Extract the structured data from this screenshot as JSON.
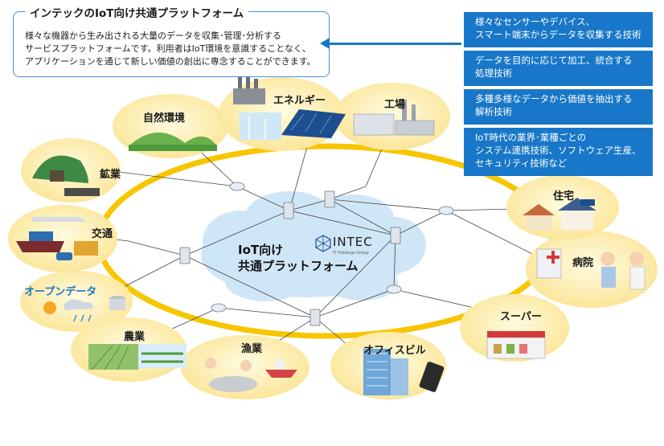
{
  "intro": {
    "title": "インテックのIoT向け共通プラットフォーム",
    "line1": "様々な機器から生み出される大量のデータを収集･管理･分析する",
    "line2": "サービスプラットフォームです。利用者はIoT環境を意識することなく、",
    "line3": "アプリケーションを通じて新しい価値の創出に専念することができます。"
  },
  "technologies": [
    {
      "line1": "様々なセンサーやデバイス、",
      "line2": "スマート端末からデータを収集する技術"
    },
    {
      "line1": "データを目的に応じて加工、統合する",
      "line2": "処理技術"
    },
    {
      "line1": "多種多様なデータから価値を抽出する",
      "line2": "解析技術"
    },
    {
      "line1": "IoT時代の業界･業種ごとの",
      "line2": "システム連携技術、ソフトウェア生産、",
      "line3": "セキュリティ技術など"
    }
  ],
  "center": {
    "line1": "IoT向け",
    "line2": "共通プラットフォーム",
    "logo": "INTEC",
    "logo_sub": "IT Holdings Group"
  },
  "domains": {
    "energy": "エネルギー",
    "factory": "工場",
    "nature": "自然環境",
    "mining": "鉱業",
    "transport": "交通",
    "opendata": "オープンデータ",
    "agriculture": "農業",
    "fishery": "漁業",
    "office": "オフィスビル",
    "supermarket": "スーパー",
    "hospital": "病院",
    "housing": "住宅"
  },
  "colors": {
    "accent": "#1877c8",
    "ring": "#f7c600",
    "node_fill": "#fdeea6",
    "cloud": "#cfe6f7"
  }
}
